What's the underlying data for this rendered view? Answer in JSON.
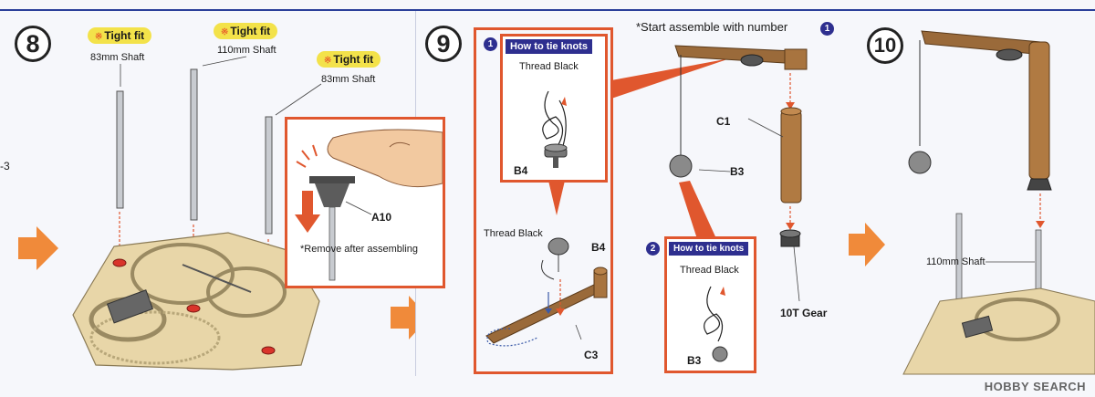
{
  "step8": {
    "number": "8",
    "tight_fit_1": "Tight fit",
    "tight_fit_2": "Tight fit",
    "tight_fit_3": "Tight fit",
    "tight_star": "※",
    "shaft_left": "83mm Shaft",
    "shaft_mid": "110mm Shaft",
    "shaft_right": "83mm Shaft",
    "part_label": "A10",
    "remove_note": "*Remove after assembling",
    "edge_label": "-3"
  },
  "step9": {
    "number": "9",
    "start_note": "*Start assemble with number",
    "start_badge": "1",
    "knot1_badge": "1",
    "knot1_title": "How to tie knots",
    "knot1_thread": "Thread Black",
    "knot1_part": "B4",
    "thread_black_label": "Thread Black",
    "b4_label": "B4",
    "c3_label": "C3",
    "c1_label": "C1",
    "b3_label": "B3",
    "knot2_badge": "2",
    "knot2_title": "How to tie knots",
    "knot2_thread": "Thread Black",
    "knot2_part": "B3",
    "gear_label": "10T Gear"
  },
  "step10": {
    "number": "10",
    "shaft_label": "110mm Shaft"
  },
  "watermark": "HOBBY SEARCH",
  "colors": {
    "accent_orange": "#e0572e",
    "label_blue": "#2e2f8f",
    "tight_yellow": "#f3e24a",
    "frame_blue": "#2a3f9a",
    "wood_brown": "#9a6a3a"
  }
}
